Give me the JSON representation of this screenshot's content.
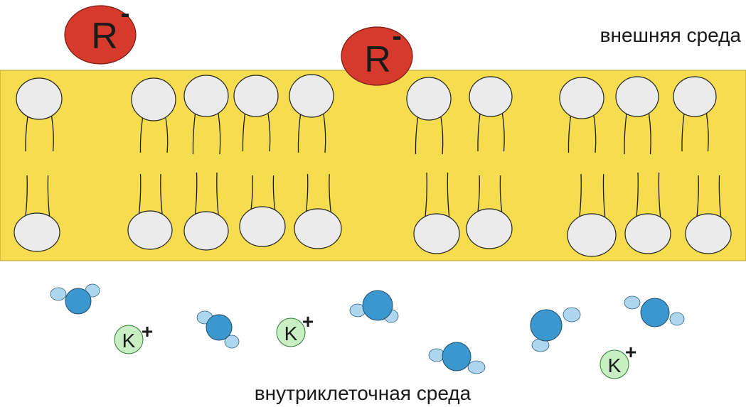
{
  "labels": {
    "outer": "внешняя среда",
    "inner": "внутриклеточная среда"
  },
  "anion": {
    "letter": "R",
    "charge": "-",
    "fill": "#d63a2c"
  },
  "cation": {
    "letter": "K",
    "charge": "+",
    "fill": "#c9eec3"
  },
  "water": {
    "oxygen_fill": "#3d97cf",
    "hydrogen_fill": "#aed6ee"
  },
  "colors": {
    "membrane": "#f6dd4f",
    "lipid_head": "#ebebeb"
  }
}
